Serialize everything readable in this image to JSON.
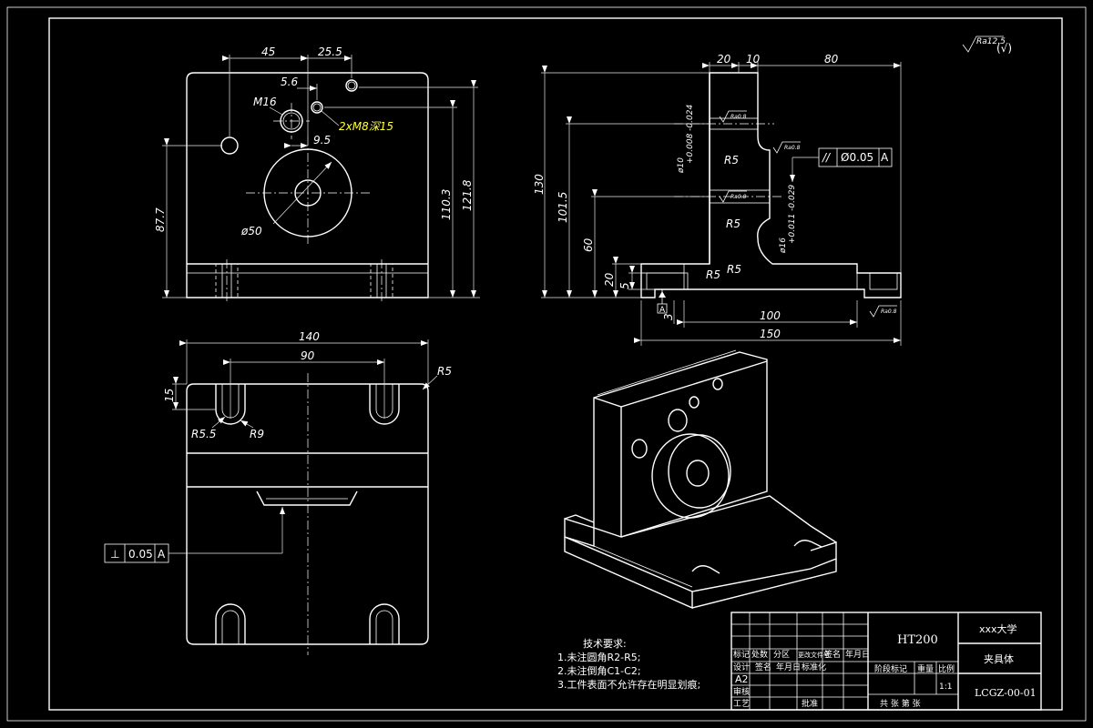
{
  "material": "HT200",
  "school": "xxx大学",
  "part_name": "夹具体",
  "drawing_no": "LCGZ-00-01",
  "scale": "1:1",
  "stage_mark": "A2",
  "roughness_note": "Ra12.5",
  "tech_req": {
    "title": "技术要求:",
    "items": [
      "1.未注圆角R2-R5;",
      "2.未注倒角C1-C2;",
      "3.工件表面不允许存在明显划痕;"
    ]
  },
  "title_block": {
    "r1": [
      "标记",
      "处数",
      "分区",
      "更改文件号",
      "签名",
      "年月日"
    ],
    "r2": [
      "设计",
      "签名",
      "年月日",
      "标准化"
    ],
    "r3": [
      "审核"
    ],
    "r4": [
      "工艺",
      "批准"
    ],
    "stage_label": "阶段标记",
    "weight_label": "重量",
    "scale_label": "比例",
    "sheets": "共 张 第 张"
  },
  "front_view": {
    "dims": {
      "d45": "45",
      "d25_5": "25.5",
      "d5_6": "5.6",
      "m16": "M16",
      "tap": "2xM8深15",
      "d9_5": "9.5",
      "d50": "ø50",
      "h87_7": "87.7",
      "h110_3": "110.3",
      "h121_8": "121.8"
    }
  },
  "side_view": {
    "dims": {
      "d20": "20",
      "d10": "10",
      "d80": "80",
      "h130": "130",
      "h101_5": "101.5",
      "h60": "60",
      "h20": "20",
      "h5": "5",
      "d3": "3",
      "d100": "100",
      "d150": "150",
      "r5a": "R5",
      "r5b": "R5",
      "r5c": "R5",
      "r5d": "R5",
      "bore1": "ø10",
      "bore1_tol": "+0.008 -0.024",
      "bore2": "ø16",
      "bore2_tol": "+0.011 -0.029",
      "par_sym": "//",
      "par_val": "Ø0.05",
      "par_ref": "A",
      "datum": "A",
      "ra_small": "Ra0.8"
    }
  },
  "top_view": {
    "dims": {
      "d140": "140",
      "d90": "90",
      "d15": "15",
      "r5": "R5",
      "r5_5": "R5.5",
      "r9": "R9",
      "perp_sym": "⊥",
      "perp_val": "0.05",
      "perp_ref": "A"
    }
  }
}
